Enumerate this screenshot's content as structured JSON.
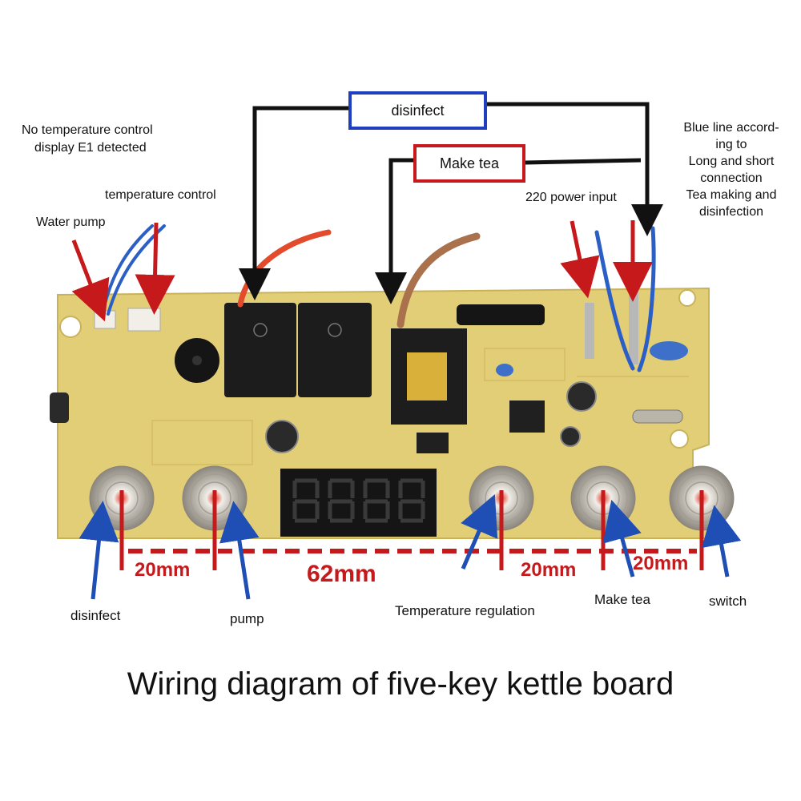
{
  "callouts": {
    "disinfect_box": "disinfect",
    "make_tea_box": "Make tea",
    "no_temp_line1": "No temperature control",
    "no_temp_line2": "display E1 detected",
    "temperature_control": "temperature control",
    "water_pump": "Water pump",
    "power_input": "220 power input",
    "blue_line_1": "Blue line accord-",
    "blue_line_2": "ing to",
    "blue_line_3": "Long and short",
    "blue_line_4": "connection",
    "blue_line_5": "Tea making and",
    "blue_line_6": "disinfection"
  },
  "keys": {
    "disinfect": "disinfect",
    "pump": "pump",
    "temperature_regulation": "Temperature regulation",
    "make_tea": "Make tea",
    "switch": "switch"
  },
  "dimensions": {
    "gap_1": "20mm",
    "gap_2": "62mm",
    "gap_3": "20mm",
    "gap_4": "20mm"
  },
  "caption": "Wiring diagram of five-key kettle board",
  "colors": {
    "arrow_red": "#c6191b",
    "arrow_blue": "#1f4fb5",
    "board_yellow": "#e6d27a",
    "box_blue": "#1f3fbf",
    "box_red": "#c6191b",
    "wire_black": "#111111"
  }
}
